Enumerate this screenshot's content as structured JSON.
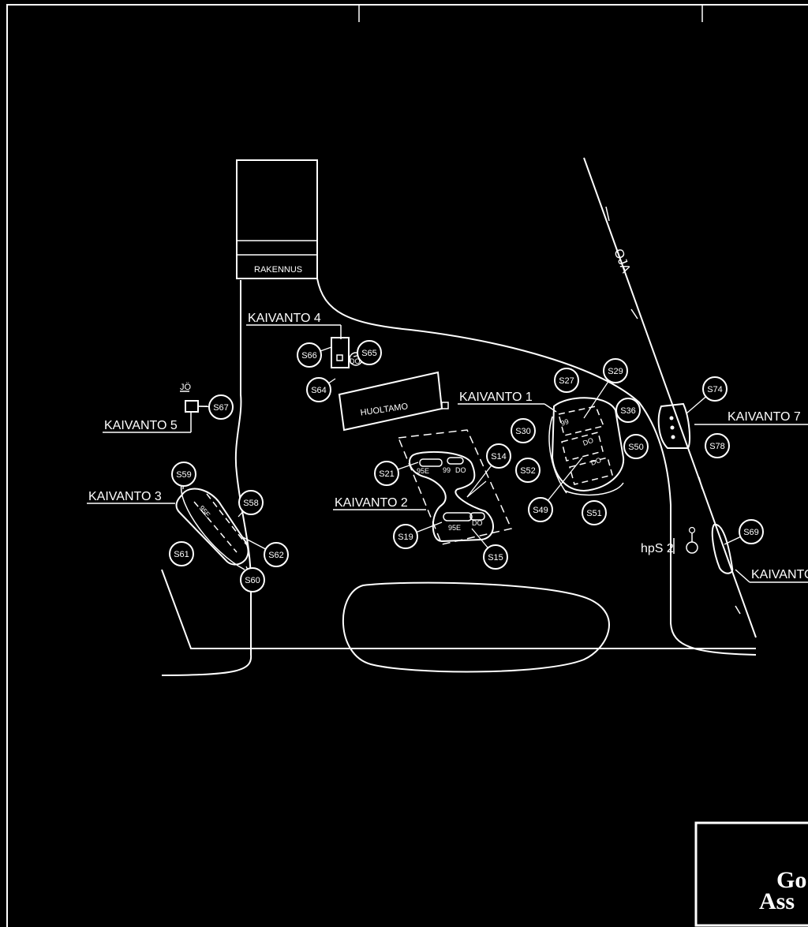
{
  "buildings": {
    "rakennus": "RAKENNUS",
    "huoltamo": "HUOLTAMO"
  },
  "ditch": "OJA",
  "excavations": {
    "k1": "KAIVANTO 1",
    "k2": "KAIVANTO 2",
    "k3": "KAIVANTO 3",
    "k4": "KAIVANTO 4",
    "k5": "KAIVANTO 5",
    "k7": "KAIVANTO 7",
    "k_cut": "KAIVANTO"
  },
  "samples": {
    "s14": "S14",
    "s15": "S15",
    "s19": "S19",
    "s21": "S21",
    "s27": "S27",
    "s29": "S29",
    "s30": "S30",
    "s36": "S36",
    "s49": "S49",
    "s50": "S50",
    "s51": "S51",
    "s52": "S52",
    "s58": "S58",
    "s59": "S59",
    "s60": "S60",
    "s61": "S61",
    "s62": "S62",
    "s64": "S64",
    "s65": "S65",
    "s66": "S66",
    "s67": "S67",
    "s69": "S69",
    "s74": "S74",
    "s78": "S78"
  },
  "tank_labels": {
    "k1_99": "99",
    "k1_do_a": "DO",
    "k1_do_b": "DO",
    "k2_95e_top": "95E",
    "k2_99": "99",
    "k2_do_top": "DO",
    "k2_95e_bot": "95E",
    "k2_do_bot": "DO",
    "k3_95e": "95E",
    "k4_do": "DO",
    "k5_jo": "JÖ"
  },
  "well": {
    "label": "hpS 2"
  },
  "logo": {
    "line1": "Go",
    "line2": "Ass"
  }
}
